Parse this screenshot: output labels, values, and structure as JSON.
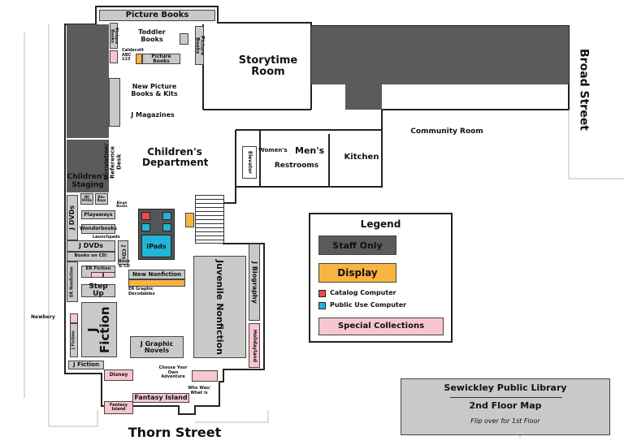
{
  "colors": {
    "staff": "#5b5b5b",
    "display": "#f8b440",
    "catalog": "#ef4a4a",
    "public": "#1fb6d8",
    "special": "#f8c6ce",
    "shelf": "#c9c9c9"
  },
  "streets": {
    "north_east": "Broad Street",
    "south": "Thorn Street"
  },
  "rooms": {
    "storytime": "Storytime Room",
    "children": "Children's Department",
    "community": "Community Room",
    "kitchen": "Kitchen",
    "womens": "Women's",
    "mens": "Men's",
    "restrooms": "Restrooms",
    "elevator": "Elevator",
    "circulation": "Circulation/ Reference Desk",
    "staging": "Children's Staging"
  },
  "shelves": {
    "picture_books_top": "Picture Books",
    "picture_books_left": "Picture Books",
    "picture_books_right": "Picture Books",
    "picture_books_mid": "Picture Books",
    "toddler": "Toddler Books",
    "caldecott": "Caldecott",
    "abc": "ABC",
    "num123": "123",
    "new_picture": "New Picture Books & Kits",
    "magazines": "J Magazines",
    "nf_dvds": "NF DVDs",
    "blu_rays": "Blu-Rays",
    "binge": "Binge Boxes",
    "j_dvds_v": "J DVDs",
    "playaways": "Playaways",
    "wonderbooks": "Wonderbooks",
    "launchpads": "Launchpads",
    "j_dvds_h": "J DVDs",
    "j_cds": "J CDs",
    "books_cd": "Books on CD:",
    "book_cd": "Book & CD",
    "er_nonfiction": "ER Nonfiction",
    "er_fiction": "ER Fiction",
    "er_graphic": "ER Graphic",
    "decodables": "Decodables",
    "step_up": "Step Up",
    "ipads": "iPads",
    "new_nonfiction": "New Nonfiction",
    "j_fiction_big": "J Fiction",
    "newbery": "Newbery",
    "j_fiction_small": "J Fiction",
    "j_fiction_h": "J Fiction",
    "graphic_novels": "J Graphic Novels",
    "juvenile_nonfiction": "Juvenile Nonfiction",
    "biography": "J Biography",
    "holidayland": "Holidayland",
    "disney": "Disney",
    "fantasy_small": "Fantasy Island",
    "fantasy": "Fantasy Island",
    "cyoa": "Choose Your Own Adventure",
    "who_was": "Who Was/ What is"
  },
  "legend": {
    "title": "Legend",
    "staff": "Staff Only",
    "display": "Display",
    "catalog": "Catalog Computer",
    "public": "Public Use Computer",
    "special": "Special Collections"
  },
  "title_box": {
    "name": "Sewickley Public Library",
    "floor": "2nd Floor Map",
    "note": "Flip over for 1st Floor"
  }
}
